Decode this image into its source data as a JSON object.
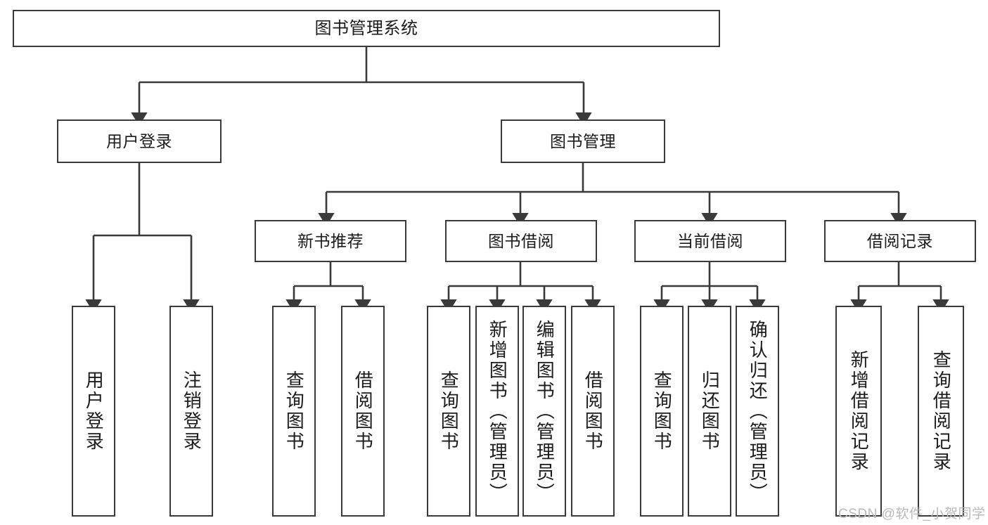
{
  "diagram": {
    "type": "hierarchy-tree",
    "title": "图书管理系统",
    "colors": {
      "box_border": "#3a3a3a",
      "box_fill": "#ffffff",
      "connector": "#3a3a3a",
      "text": "#1b1b1b",
      "watermark": "#b9b9b9",
      "background": "#ffffff"
    },
    "levels": {
      "root": "图书管理系统",
      "level2": [
        "用户登录",
        "图书管理"
      ],
      "level3": [
        "新书推荐",
        "图书借阅",
        "当前借阅",
        "借阅记录"
      ]
    },
    "nodes": {
      "root": {
        "label": "图书管理系统"
      },
      "user_login": {
        "label": "用户登录"
      },
      "book_manage": {
        "label": "图书管理"
      },
      "new_book_rec": {
        "label": "新书推荐"
      },
      "book_borrow": {
        "label": "图书借阅"
      },
      "current_borrow": {
        "label": "当前借阅"
      },
      "borrow_record": {
        "label": "借阅记录"
      }
    },
    "leaves": {
      "user_login": [
        {
          "label": "用户登录"
        },
        {
          "label": "注销登录"
        }
      ],
      "new_book_rec": [
        {
          "label": "查询图书"
        },
        {
          "label": "借阅图书"
        }
      ],
      "book_borrow": [
        {
          "label": "查询图书"
        },
        {
          "label": "新增图书（管理员）"
        },
        {
          "label": "编辑图书（管理员）"
        },
        {
          "label": "借阅图书"
        }
      ],
      "current_borrow": [
        {
          "label": "查询图书"
        },
        {
          "label": "归还图书"
        },
        {
          "label": "确认归还（管理员）"
        }
      ],
      "borrow_record": [
        {
          "label": "新增借阅记录"
        },
        {
          "label": "查询借阅记录"
        }
      ]
    },
    "watermark": "CSDN @软件_小贺同学"
  }
}
